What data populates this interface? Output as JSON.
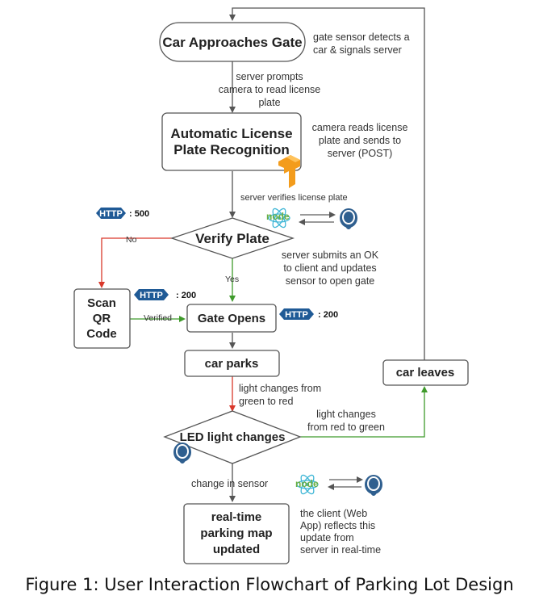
{
  "nodes": {
    "car_approaches_gate": "Car Approaches Gate",
    "alpr_line1": "Automatic License",
    "alpr_line2": "Plate Recognition",
    "verify_plate": "Verify Plate",
    "scan_qr_1": "Scan",
    "scan_qr_2": "QR",
    "scan_qr_3": "Code",
    "gate_opens": "Gate Opens",
    "car_parks": "car parks",
    "led_light": "LED light changes",
    "car_leaves": "car leaves",
    "map_line1": "real-time",
    "map_line2": "parking map",
    "map_line3": "updated"
  },
  "notes": {
    "gate_sensor": [
      "gate sensor detects a",
      "car & signals server"
    ],
    "server_prompts": [
      "server prompts",
      "camera to read license",
      "plate"
    ],
    "camera_reads": [
      "camera reads license",
      "plate and sends to",
      "server (POST)"
    ],
    "server_verifies": "server verifies license plate",
    "server_submits": [
      "server submits an OK",
      "to client and updates",
      "sensor to open gate"
    ],
    "green_to_red": [
      "light changes from",
      "green to red"
    ],
    "red_to_green": [
      "light changes",
      "from red to green"
    ],
    "change_in_sensor": "change in sensor",
    "client_reflects": [
      "the client (Web",
      "App) reflects this",
      "update from",
      "server in real-time"
    ]
  },
  "edge_labels": {
    "no": "No",
    "yes": "Yes",
    "verified": "Verified"
  },
  "http_badges": [
    {
      "label": "HTTP",
      "code": ": 500"
    },
    {
      "label": "HTTP",
      "code": ": 200"
    },
    {
      "label": "HTTP",
      "code": ": 200"
    }
  ],
  "logos": {
    "node": "node",
    "tensorflow": "T"
  },
  "caption": "Figure 1: User Interaction Flowchart of Parking Lot Design",
  "colors": {
    "line": "#555555",
    "red_edge": "#d9382b",
    "green_edge": "#3f9a2b",
    "http_badge": "#1f5a96",
    "tf_orange": "#f39c1c",
    "postgres_blue": "#2f5f8f",
    "node_green": "#6cb043",
    "react_blue": "#3fb6d6"
  }
}
